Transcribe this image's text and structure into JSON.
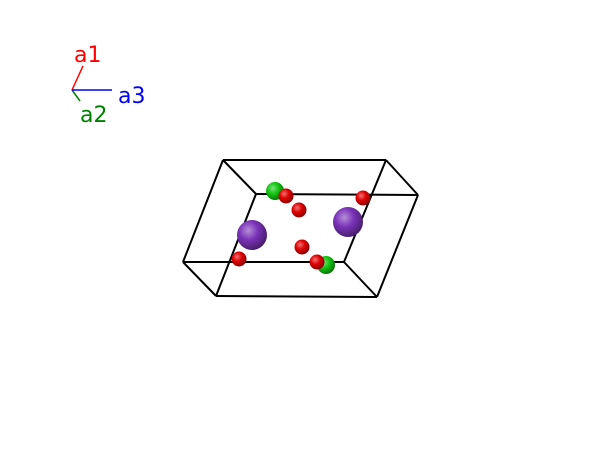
{
  "axes": {
    "a1": {
      "label": "a1",
      "color": "#ff0000"
    },
    "a2": {
      "label": "a2",
      "color": "#008000"
    },
    "a3": {
      "label": "a3",
      "color": "#0000ff"
    }
  },
  "cell": {
    "edge_color": "#000000"
  },
  "atom_colors": {
    "purple": "#7a33b8",
    "green": "#11c611",
    "red": "#e00000"
  },
  "atoms": [
    {
      "name": "atom-green-1",
      "color": "green"
    },
    {
      "name": "atom-red-1",
      "color": "red"
    },
    {
      "name": "atom-red-2",
      "color": "red"
    },
    {
      "name": "atom-red-3",
      "color": "red"
    },
    {
      "name": "atom-purple-1",
      "color": "purple"
    },
    {
      "name": "atom-purple-2",
      "color": "purple"
    },
    {
      "name": "atom-red-4",
      "color": "red"
    },
    {
      "name": "atom-red-5",
      "color": "red"
    },
    {
      "name": "atom-green-2",
      "color": "green"
    },
    {
      "name": "atom-red-6",
      "color": "red"
    }
  ]
}
